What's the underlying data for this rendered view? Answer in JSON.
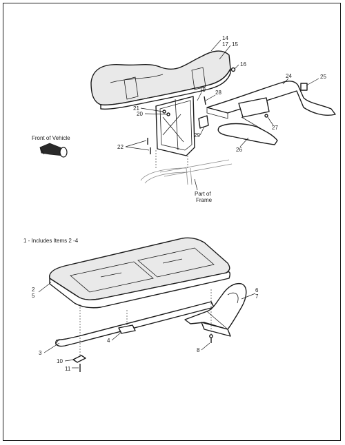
{
  "labels": {
    "upper": {
      "l14": "14",
      "l17": "17",
      "l15": "15",
      "l16": "16",
      "l24": "24",
      "l25": "25",
      "l19": "19",
      "l28": "28",
      "l21": "21",
      "l20": "20",
      "l27": "27",
      "l29": "29",
      "l26": "26",
      "l22": "22"
    },
    "front_of_vehicle": "Front of Vehicle",
    "part_of_frame_line1": "Part of",
    "part_of_frame_line2": "Frame",
    "includes_note": "1 - Includes Items 2 -4",
    "lower": {
      "l2": "2",
      "l5": "5",
      "l6": "6",
      "l7": "7",
      "l3": "3",
      "l4": "4",
      "l8": "8",
      "l10": "10",
      "l11": "11"
    }
  },
  "colors": {
    "line": "#1a1a1a",
    "fill_gray": "#e9e9e9",
    "background": "#ffffff"
  },
  "icons": [
    "front-of-vehicle-arrow-icon"
  ]
}
